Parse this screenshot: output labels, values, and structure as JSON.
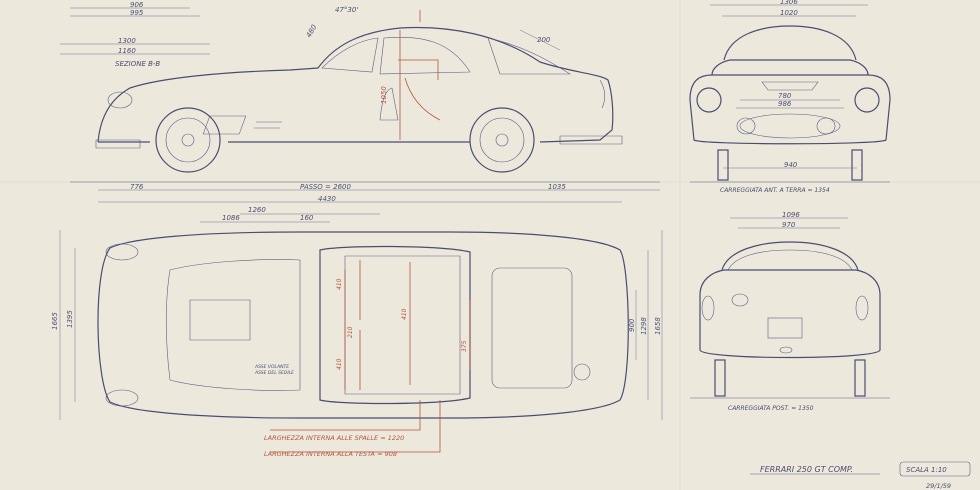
{
  "sheet": {
    "title": "FERRARI 250 GT COMP.",
    "scale": "SCALA 1:10",
    "date": "29/1/59",
    "ink_color": "#4a4d72",
    "red_color": "#b5533e",
    "paper_color": "#ece9dc"
  },
  "side_view": {
    "section_label": "SEZIONE B-B",
    "dims": {
      "top1": "906",
      "top2": "995",
      "d1300": "1300",
      "d1160": "1160",
      "angle": "47°30'",
      "glass": "200",
      "d480": "480",
      "d1050": "1050",
      "front_overhang": "776",
      "wheelbase": "PASSO = 2600",
      "rear_overhang": "1035",
      "length": "4430",
      "d1260": "1260",
      "d1086": "1086",
      "d160": "160"
    }
  },
  "front_view": {
    "dims": {
      "top1": "1306",
      "top2": "1020",
      "d780": "780",
      "d986": "986",
      "track": "940",
      "clearance": "CARREGGIATA ANT. A TERRA = 1354"
    }
  },
  "rear_view": {
    "dims": {
      "top1": "1096",
      "top2": "970",
      "clearance": "CARREGGIATA POST. = 1350"
    }
  },
  "plan_view": {
    "dims": {
      "left1": "1665",
      "left2": "1395",
      "right1": "900",
      "right2": "1298",
      "right3": "1658",
      "seat1": "410",
      "seat2": "410",
      "seat3": "375",
      "seat4": "210",
      "seat5": "410"
    },
    "small_note1": "ASSE VOLANTE",
    "small_note2": "ASSE DEL SEDILE",
    "note1": "LARGHEZZA INTERNA ALLE SPALLE = 1220",
    "note2": "LARGHEZZA INTERNA ALLA TESTA = 908"
  }
}
